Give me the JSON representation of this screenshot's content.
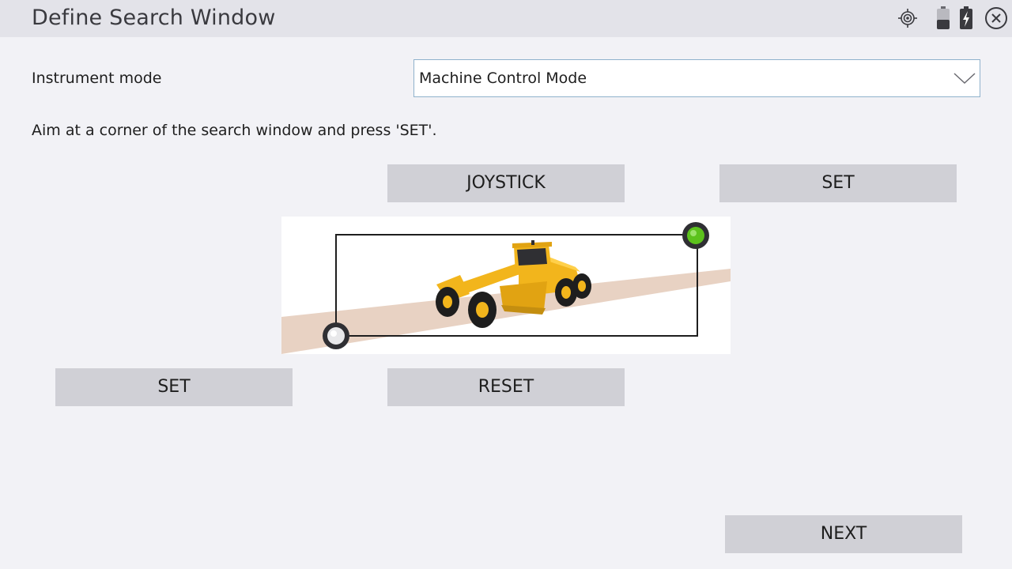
{
  "header": {
    "title": "Define Search Window",
    "icons": [
      "target-icon",
      "battery-icon",
      "battery-charging-icon",
      "close-icon"
    ]
  },
  "form": {
    "instrument_mode_label": "Instrument mode",
    "instrument_mode_value": "Machine Control Mode",
    "instruction": "Aim at a corner of the search window and press 'SET'."
  },
  "buttons": {
    "joystick": "JOYSTICK",
    "set_top": "SET",
    "set_bottom": "SET",
    "reset": "RESET",
    "next": "NEXT"
  },
  "colors": {
    "accent_green": "#5cc21c",
    "button_bg": "#d0d0d6",
    "dropdown_border": "#8fb2cc"
  }
}
